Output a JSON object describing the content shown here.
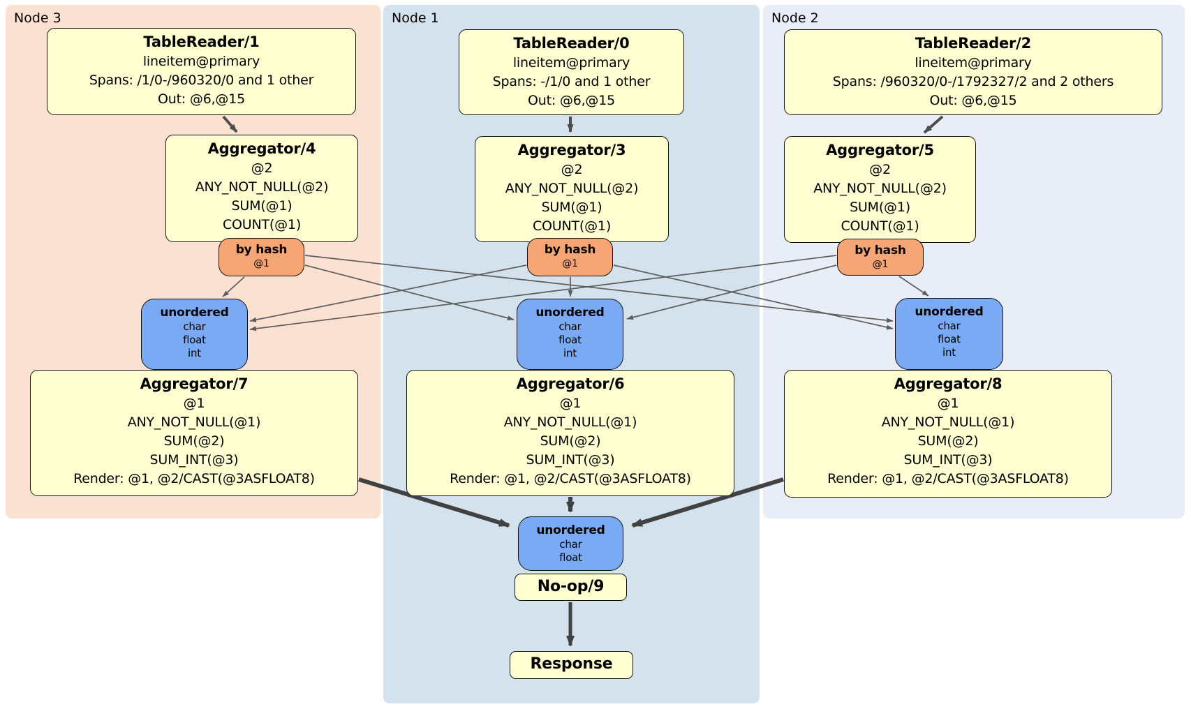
{
  "colors": {
    "panel_node3_bg": "#fbe1d1",
    "panel_node1_bg": "#d3e2ec",
    "panel_node2_bg": "#e9edf8",
    "processor_box_bg": "#ffffd1",
    "hash_router_bg": "#f6a674",
    "sync_box_bg": "#79aaf3",
    "edge_color": "#4d4d4d"
  },
  "panels": {
    "node3": {
      "label": "Node 3"
    },
    "node1": {
      "label": "Node 1"
    },
    "node2": {
      "label": "Node 2"
    }
  },
  "boxes": {
    "tablereader1": {
      "title": "TableReader/1",
      "lines": [
        "lineitem@primary",
        "Spans: /1/0-/960320/0 and 1 other",
        "Out: @6,@15"
      ]
    },
    "tablereader0": {
      "title": "TableReader/0",
      "lines": [
        "lineitem@primary",
        "Spans: -/1/0 and 1 other",
        "Out: @6,@15"
      ]
    },
    "tablereader2": {
      "title": "TableReader/2",
      "lines": [
        "lineitem@primary",
        "Spans: /960320/0-/1792327/2 and 2 others",
        "Out: @6,@15"
      ]
    },
    "aggregator4": {
      "title": "Aggregator/4",
      "lines": [
        "@2",
        "ANY_NOT_NULL(@2)",
        "SUM(@1)",
        "COUNT(@1)"
      ]
    },
    "aggregator3": {
      "title": "Aggregator/3",
      "lines": [
        "@2",
        "ANY_NOT_NULL(@2)",
        "SUM(@1)",
        "COUNT(@1)"
      ]
    },
    "aggregator5": {
      "title": "Aggregator/5",
      "lines": [
        "@2",
        "ANY_NOT_NULL(@2)",
        "SUM(@1)",
        "COUNT(@1)"
      ]
    },
    "byhash_node3": {
      "title": "by hash",
      "lines": [
        "@1"
      ]
    },
    "byhash_node1": {
      "title": "by hash",
      "lines": [
        "@1"
      ]
    },
    "byhash_node2": {
      "title": "by hash",
      "lines": [
        "@1"
      ]
    },
    "unordered_node3": {
      "title": "unordered",
      "lines": [
        "char",
        "float",
        "int"
      ]
    },
    "unordered_node1": {
      "title": "unordered",
      "lines": [
        "char",
        "float",
        "int"
      ]
    },
    "unordered_node2": {
      "title": "unordered",
      "lines": [
        "char",
        "float",
        "int"
      ]
    },
    "aggregator7": {
      "title": "Aggregator/7",
      "lines": [
        "@1",
        "ANY_NOT_NULL(@1)",
        "SUM(@2)",
        "SUM_INT(@3)",
        "Render: @1, @2/CAST(@3ASFLOAT8)"
      ]
    },
    "aggregator6": {
      "title": "Aggregator/6",
      "lines": [
        "@1",
        "ANY_NOT_NULL(@1)",
        "SUM(@2)",
        "SUM_INT(@3)",
        "Render: @1, @2/CAST(@3ASFLOAT8)"
      ]
    },
    "aggregator8": {
      "title": "Aggregator/8",
      "lines": [
        "@1",
        "ANY_NOT_NULL(@1)",
        "SUM(@2)",
        "SUM_INT(@3)",
        "Render: @1, @2/CAST(@3ASFLOAT8)"
      ]
    },
    "unordered_final": {
      "title": "unordered",
      "lines": [
        "char",
        "float"
      ]
    },
    "noop": {
      "title": "No-op/9"
    },
    "response": {
      "title": "Response"
    }
  }
}
